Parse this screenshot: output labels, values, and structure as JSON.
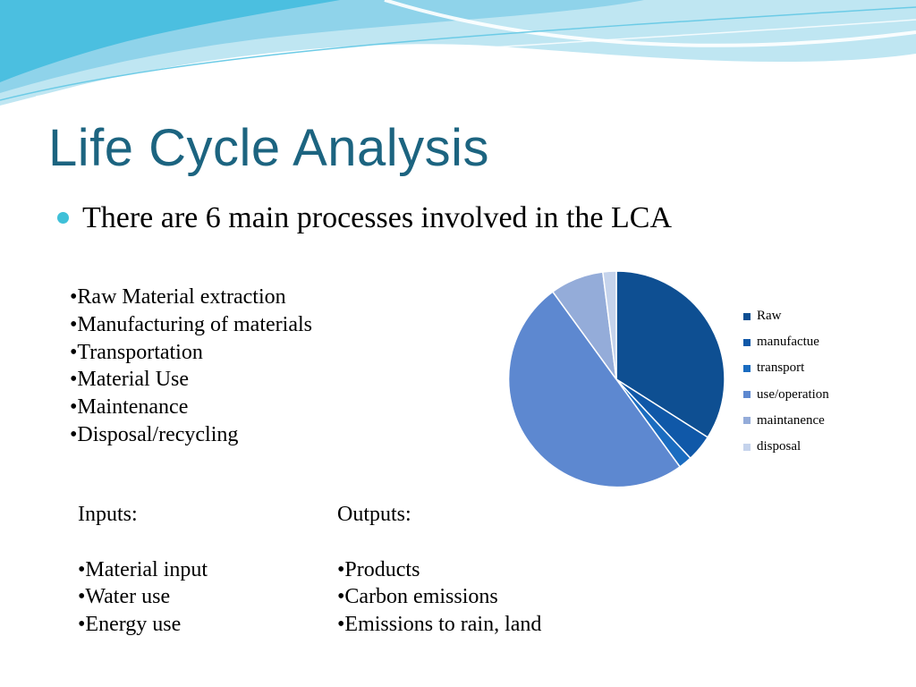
{
  "slide": {
    "title": "Life Cycle Analysis",
    "main_bullet": "There are 6 main processes involved in the LCA",
    "processes": [
      "•Raw Material extraction",
      "•Manufacturing of materials",
      "•Transportation",
      "•Material Use",
      "•Maintenance",
      "•Disposal/recycling"
    ],
    "inputs": {
      "heading": "Inputs:",
      "items": [
        "•Material input",
        "•Water use",
        "•Energy use"
      ]
    },
    "outputs": {
      "heading": "Outputs:",
      "items": [
        "•Products",
        "•Carbon emissions",
        "•Emissions to rain, land"
      ]
    }
  },
  "colors": {
    "title": "#1c6480",
    "bullet": "#3fc0d8",
    "wave_light": "#bfe6f2",
    "wave_mid": "#8fd3ea",
    "wave_dark": "#4bbfe0"
  },
  "chart_data": {
    "type": "pie",
    "categories": [
      "Raw",
      "manufactue",
      "transport",
      "use/operation",
      "maintanence",
      "disposal"
    ],
    "values": [
      34,
      4,
      2,
      50,
      8,
      2
    ],
    "colors": [
      "#0e4f92",
      "#1058a8",
      "#1a6cc0",
      "#5d88d0",
      "#94acd9",
      "#c5d3ec"
    ],
    "title": "",
    "legend": "right",
    "start_angle_deg": 0,
    "direction": "clockwise"
  }
}
